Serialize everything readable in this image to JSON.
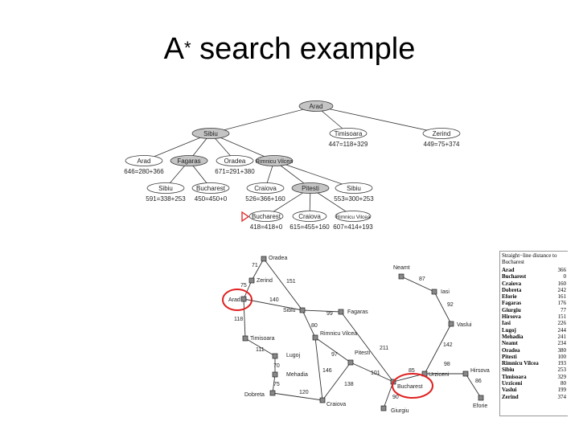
{
  "slide": {
    "title": "A",
    "title_sup": "*",
    "title_rest": " search example"
  },
  "tree": {
    "nodes": {
      "arad": {
        "label": "Arad",
        "f": ""
      },
      "sibiu": {
        "label": "Sibiu",
        "f": ""
      },
      "timisoara": {
        "label": "Timisoara",
        "f": "447=118+329"
      },
      "zerind": {
        "label": "Zerind",
        "f": "449=75+374"
      },
      "arad2": {
        "label": "Arad",
        "f": "646=280+366"
      },
      "fagaras": {
        "label": "Fagaras",
        "f": ""
      },
      "oradea": {
        "label": "Oradea",
        "f": "671=291+380"
      },
      "rimnicu": {
        "label": "Rimnicu Vilcea",
        "f": ""
      },
      "sibiu2": {
        "label": "Sibiu",
        "f": "591=338+253"
      },
      "bucharest": {
        "label": "Bucharest",
        "f": "450=450+0"
      },
      "craiova": {
        "label": "Craiova",
        "f": "526=366+160"
      },
      "pitesti": {
        "label": "Pitesti",
        "f": ""
      },
      "sibiu3": {
        "label": "Sibiu",
        "f": "553=300+253"
      },
      "bucharest2": {
        "label": "Bucharest",
        "f": "418=418+0"
      },
      "craiova2": {
        "label": "Craiova",
        "f": "615=455+160"
      },
      "rimnicu2": {
        "label": "Rimnicu Vilcea",
        "f": "607=414+193"
      }
    }
  },
  "map": {
    "cities": {
      "oradea": "Oradea",
      "zerind": "Zerind",
      "arad": "Arad",
      "timisoara": "Timisoara",
      "lugoj": "Lugoj",
      "mehadia": "Mehadia",
      "dobreta": "Dobreta",
      "craiova": "Craiova",
      "sibiu": "Sibiu",
      "fagaras": "Fagaras",
      "rimnicu": "Rimnicu Vilcea",
      "pitesti": "Pitesti",
      "bucharest": "Bucharest",
      "giurgiu": "Giurgiu",
      "urziceni": "Urziceni",
      "hirsova": "Hirsova",
      "eforie": "Eforie",
      "vaslui": "Vaslui",
      "iasi": "Iasi",
      "neamt": "Neamt"
    },
    "distances": {
      "oradea_zerind": "71",
      "zerind_arad": "75",
      "oradea_sibiu": "151",
      "arad_sibiu": "140",
      "arad_timisoara": "118",
      "timisoara_lugoj": "111",
      "lugoj_mehadia": "70",
      "mehadia_dobreta": "75",
      "dobreta_craiova": "120",
      "sibiu_fagaras": "99",
      "sibiu_rimnicu": "80",
      "rimnicu_pitesti": "97",
      "rimnicu_craiova": "146",
      "craiova_pitesti": "138",
      "pitesti_bucharest": "101",
      "fagaras_bucharest": "211",
      "bucharest_giurgiu": "90",
      "bucharest_urziceni": "85",
      "urziceni_hirsova": "98",
      "hirsova_eforie": "86",
      "urziceni_vaslui": "142",
      "vaslui_iasi": "92",
      "iasi_neamt": "87"
    }
  },
  "sld": {
    "header": "Straight−line distance to Bucharest",
    "rows": [
      {
        "city": "Arad",
        "dist": "366"
      },
      {
        "city": "Bucharest",
        "dist": "0"
      },
      {
        "city": "Craiova",
        "dist": "160"
      },
      {
        "city": "Dobreta",
        "dist": "242"
      },
      {
        "city": "Eforie",
        "dist": "161"
      },
      {
        "city": "Fagaras",
        "dist": "176"
      },
      {
        "city": "Giurgiu",
        "dist": "77"
      },
      {
        "city": "Hirsova",
        "dist": "151"
      },
      {
        "city": "Iasi",
        "dist": "226"
      },
      {
        "city": "Lugoj",
        "dist": "244"
      },
      {
        "city": "Mehadia",
        "dist": "241"
      },
      {
        "city": "Neamt",
        "dist": "234"
      },
      {
        "city": "Oradea",
        "dist": "380"
      },
      {
        "city": "Pitesti",
        "dist": "100"
      },
      {
        "city": "Rimnicu Vilcea",
        "dist": "193"
      },
      {
        "city": "Sibiu",
        "dist": "253"
      },
      {
        "city": "Timisoara",
        "dist": "329"
      },
      {
        "city": "Urziceni",
        "dist": "80"
      },
      {
        "city": "Vaslui",
        "dist": "199"
      },
      {
        "city": "Zerind",
        "dist": "374"
      }
    ]
  },
  "colors": {
    "expanded_node": "#c4c4c4",
    "frontier_node": "#ffffff",
    "highlight_circle": "#e02020",
    "selection_arrow": "#e02020",
    "city_square": "#888888"
  }
}
